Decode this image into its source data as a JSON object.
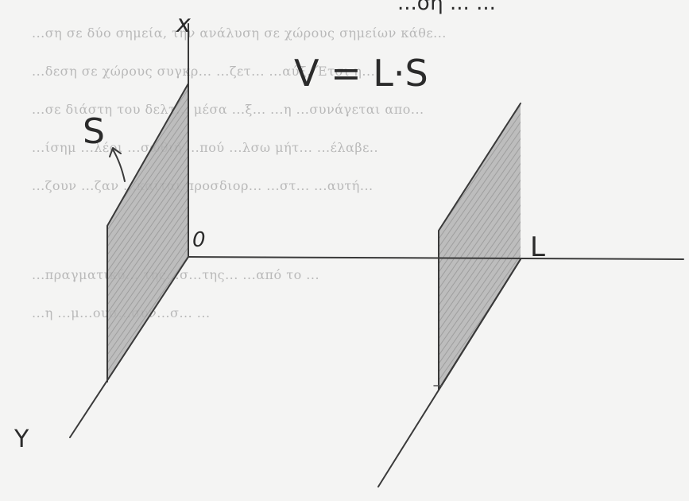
{
  "top_scribble": "...ση ...  ...",
  "formula": "V = L·S",
  "labels": {
    "x_axis": "x",
    "y_axis": "Y",
    "origin": "0",
    "length": "L",
    "area": "S"
  },
  "bleed_through_lines": [
    "...ση σε δύο σημεία, την ανάλυση σε χώρους σημείων κάθε...",
    "...δεση σε χώρους συγκρ... ...ζετ... ...αύξ. Έτσι η...",
    "...σε διάστη του δελτ... μέσα ...ξ... ...η ...συνάγεται απο...",
    "...ίσημ ...λέοι ...σωθιή ...πού ...λσω μήτ... ...έλαβε..",
    "...ζουν ...ζαν ...καίται προσδιορ... ...στ...  ...αυτή...",
    "...πραγματικό... της...σ...της... ...από το ...",
    "...η ...μ...ουσ...συν...σ... ..."
  ]
}
